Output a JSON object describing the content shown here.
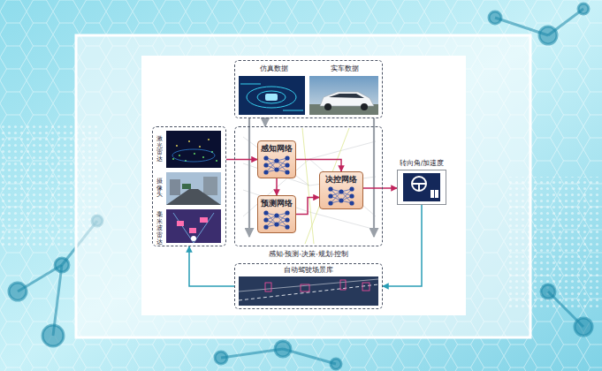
{
  "diagram": {
    "nodes": [
      {
        "text": [
          "仿真数据",
          "实车数据"
        ]
      },
      {
        "text": [
          "激光雷达",
          "摄像头",
          "毫米波雷达"
        ]
      },
      {
        "text": [
          "感知-预测-决策-规划-控制"
        ]
      },
      {
        "text": [
          "感知网络"
        ],
        "in": 2
      },
      {
        "text": [
          "预测网络"
        ],
        "in": 2
      },
      {
        "text": [
          "决控网络"
        ],
        "in": 2
      },
      {
        "text": [
          "转向角/加速度"
        ]
      },
      {
        "text": [
          "自动驾驶场景库"
        ]
      }
    ],
    "edges": [
      {
        "from": 0,
        "to": 2,
        "arrow": "to"
      },
      {
        "from": 1,
        "to": 3,
        "arrow": "to"
      },
      {
        "from": 3,
        "to": 4,
        "arrow": "to"
      },
      {
        "from": 3,
        "to": 5,
        "arrow": "to"
      },
      {
        "from": 4,
        "to": 5,
        "arrow": "to"
      },
      {
        "from": 5,
        "to": 6,
        "arrow": "to"
      },
      {
        "from": 6,
        "to": 7,
        "arrow": "to"
      },
      {
        "from": 7,
        "to": 1,
        "arrow": "to"
      }
    ]
  }
}
